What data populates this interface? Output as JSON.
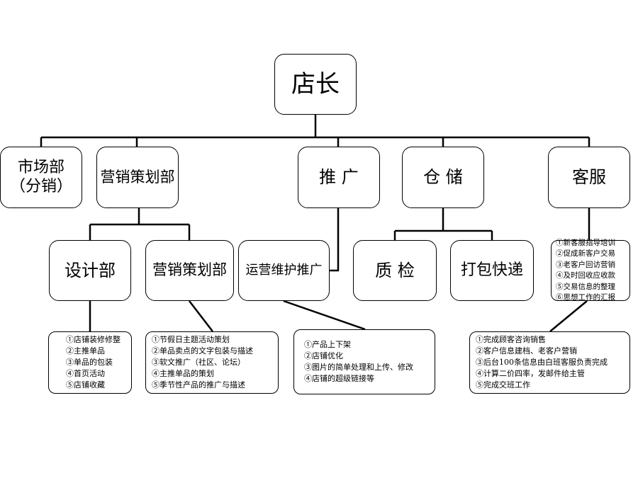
{
  "root": {
    "label": "店长"
  },
  "level1": {
    "market": {
      "line1": "市场部",
      "line2": "（分销）"
    },
    "marketing": {
      "label": "营销策划部"
    },
    "promotion": {
      "label": "推 广"
    },
    "warehouse": {
      "label": "仓 储"
    },
    "service": {
      "label": "客服"
    }
  },
  "level2": {
    "design": {
      "label": "设计部"
    },
    "planning": {
      "label": "营销策划部"
    },
    "operation": {
      "label": "运营维护推广"
    },
    "quality": {
      "label": "质 检"
    },
    "packing": {
      "label": "打包快递"
    }
  },
  "notes": {
    "design": [
      "①店铺装修修整",
      "②主推单品",
      "③单品的包装",
      "④首页活动",
      "⑤店铺收藏"
    ],
    "planning": [
      "①节假日主题活动策划",
      "②单品卖点的文字包装与描述",
      "③软文推广（社区、论坛）",
      "④主推单品的策划",
      "⑤季节性产品的推广与描述"
    ],
    "operation": [
      "①产品上下架",
      "②店铺优化",
      "③图片的简单处理和上传、修改",
      "④店铺的超级链接等"
    ],
    "service_top": [
      "①新客服指导培训",
      "②促成新客户交易",
      "③老客户回访营销",
      "④及时回收应收款",
      "⑤交易信息的整理",
      "⑥思想工作的汇报"
    ],
    "service_bottom": [
      "①完成顾客咨询销售",
      "②客户信息建档、老客户营销",
      "③后台100条信息由白班客服负责完成",
      "④计算二价四率，发邮件给主管",
      "⑤完成交班工作"
    ]
  }
}
